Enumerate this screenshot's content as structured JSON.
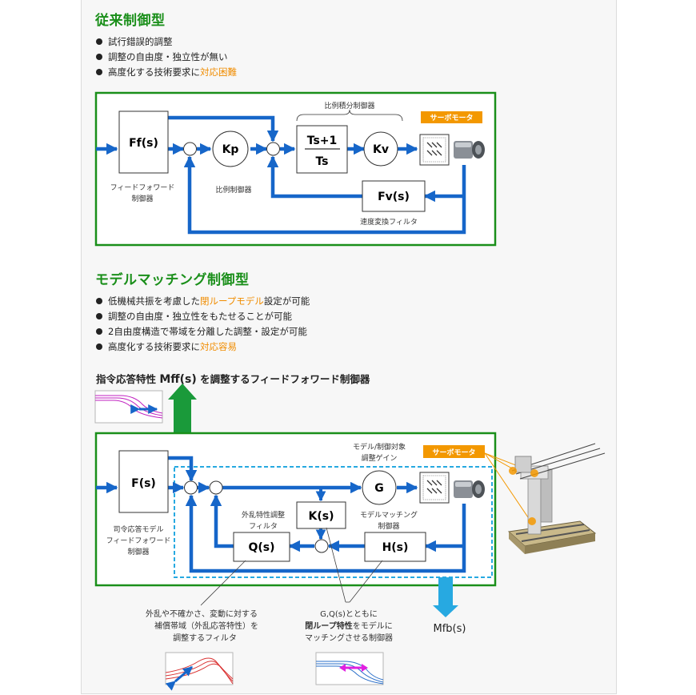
{
  "section1": {
    "title": "従来制御型",
    "bullets": [
      {
        "text": "試行錯誤的調整",
        "highlight": ""
      },
      {
        "text": "調整の自由度・独立性が無い",
        "highlight": ""
      },
      {
        "text": "高度化する技術要求に",
        "highlight": "対応困難"
      }
    ],
    "diagram": {
      "ff_block": "Ff(s)",
      "ff_caption_line1": "フィードフォワード",
      "ff_caption_line2": "制御器",
      "kp": "Kp",
      "kp_caption": "比例制御器",
      "pi_label": "比例積分制御器",
      "pi_top": "Ts+1",
      "pi_bottom": "Ts",
      "kv": "Kv",
      "servo_label": "サーボモータ",
      "fv_block": "Fv(s)",
      "fv_caption": "速度変換フィルタ"
    }
  },
  "section2": {
    "title": "モデルマッチング制御型",
    "bullets": [
      {
        "text": "低機械共振を考慮した",
        "highlight": "閉ループモデル",
        "after": "設定が可能"
      },
      {
        "text": "調整の自由度・独立性をもたせることが可能",
        "highlight": "",
        "after": ""
      },
      {
        "text": "2自由度構造で帯域を分離した調整・設定が可能",
        "highlight": "",
        "after": ""
      },
      {
        "text": "高度化する技術要求に",
        "highlight": "対応容易",
        "after": ""
      }
    ],
    "ff_heading_prefix": "指令応答特性 ",
    "ff_heading_symbol": "Mff(s)",
    "ff_heading_suffix": " を調整するフィードフォワード制御器",
    "diagram": {
      "f_block": "F(s)",
      "f_caption_line1": "司令応答モデル",
      "f_caption_line2": "フィードフォワード",
      "f_caption_line3": "制御器",
      "gain_label_line1": "モデル/制御対象",
      "gain_label_line2": "調整ゲイン",
      "servo_label": "サーボモータ",
      "g": "G",
      "g_caption_line1": "モデルマッチング",
      "g_caption_line2": "制御器",
      "k_block": "K(s)",
      "dist_caption_line1": "外乱特性調整",
      "dist_caption_line2": "フィルタ",
      "q_block": "Q(s)",
      "h_block": "H(s)",
      "mfb": "Mfb(s)"
    },
    "note_left_line1": "外乱や不確かさ、変動に対する",
    "note_left_line2": "補償帯域（外乱応答特性）を",
    "note_left_line3": "調整するフィルタ",
    "note_right_line1": "G,Q(s)とともに",
    "note_right_bold": "閉ループ特性",
    "note_right_line2_after": "をモデルに",
    "note_right_line3": "マッチングさせる制御器"
  },
  "colors": {
    "green": "#1a8f1a",
    "blue": "#1666c9",
    "cyan": "#27a9e1",
    "orange": "#f39800",
    "highlight": "#f08c00"
  }
}
